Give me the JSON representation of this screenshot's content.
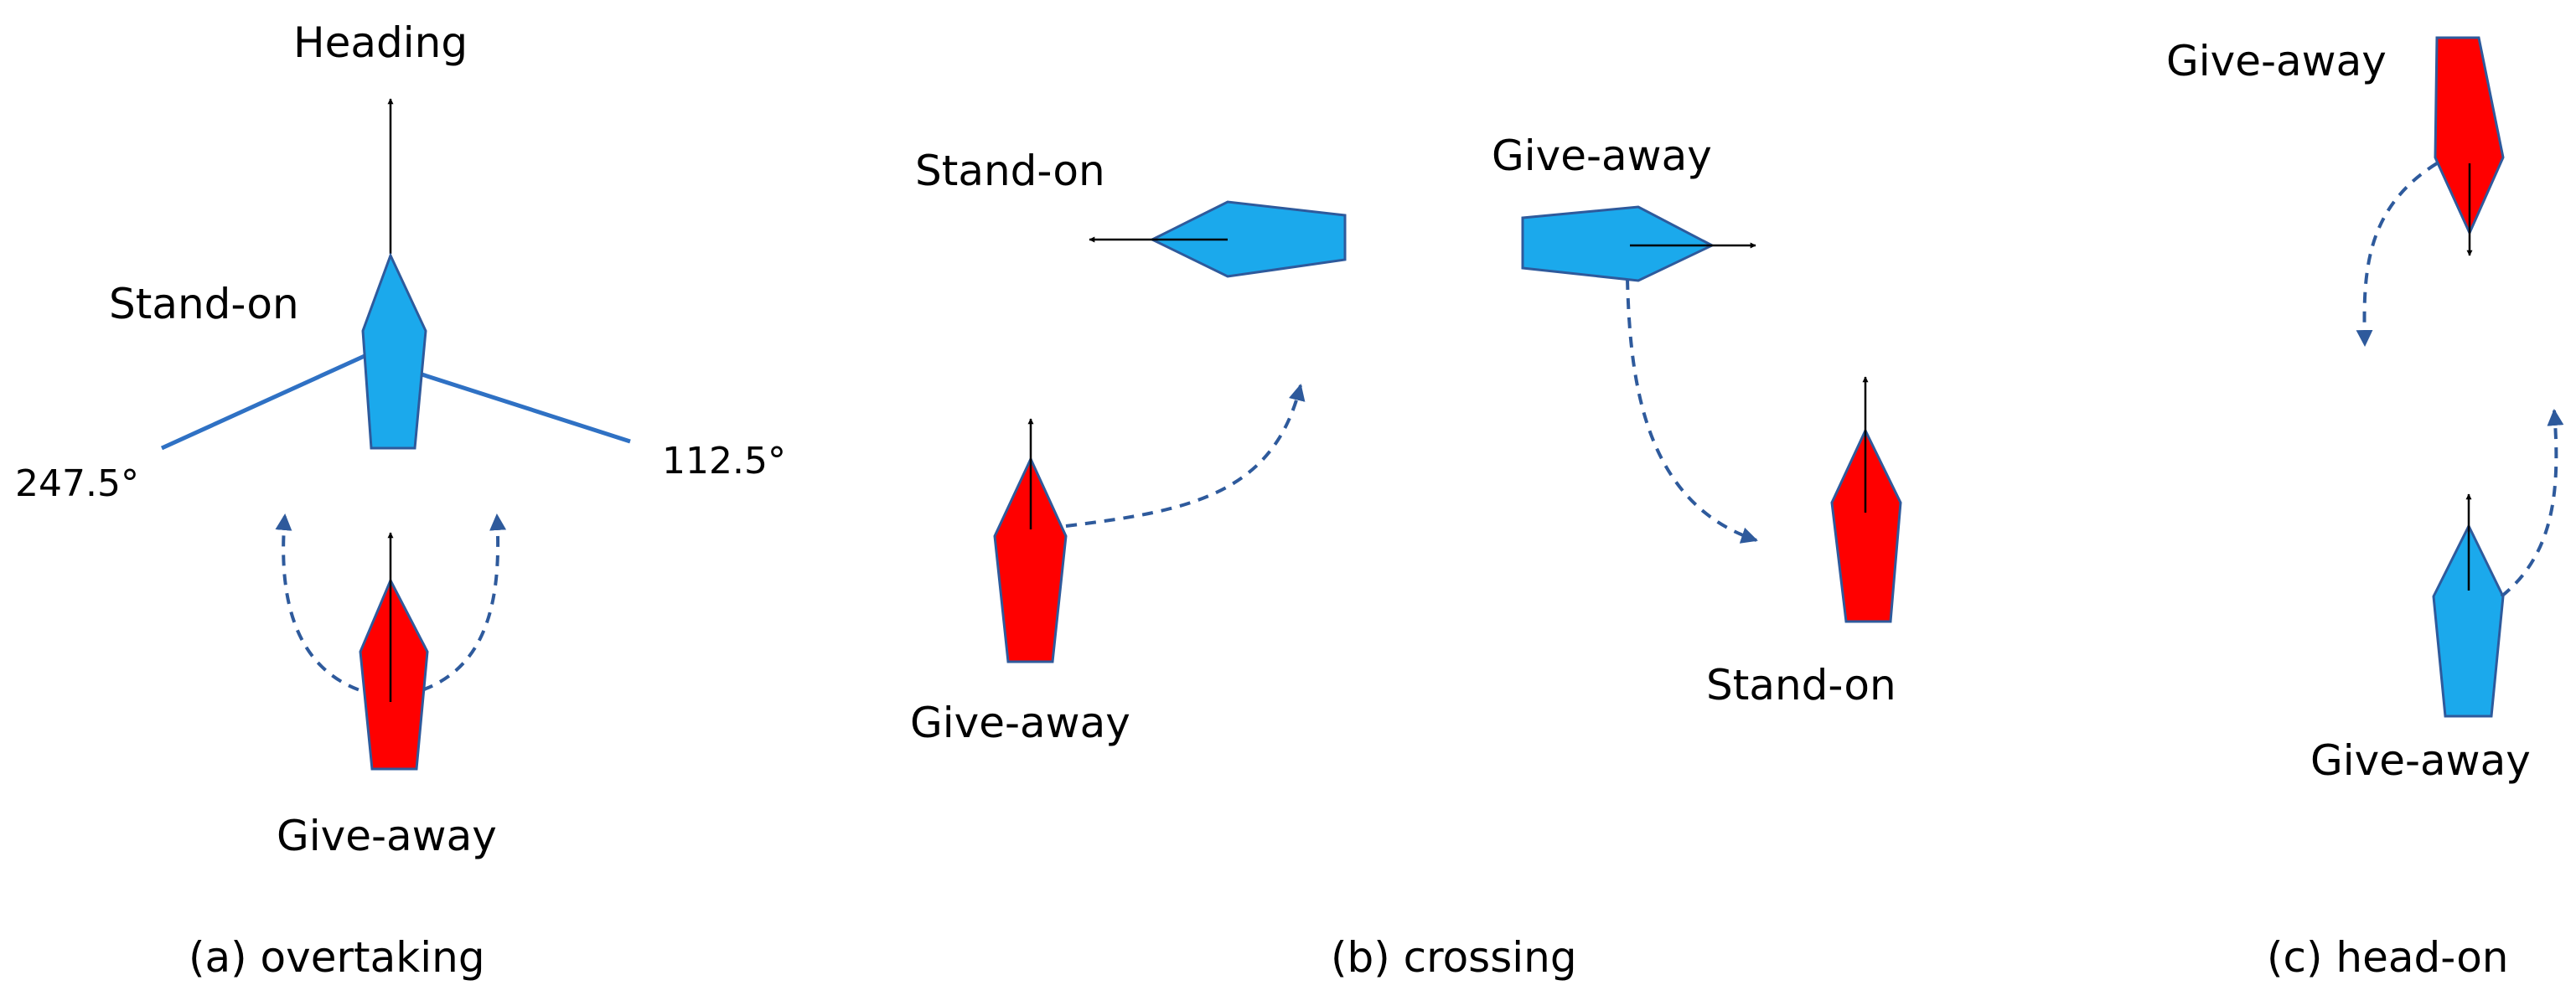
{
  "colors": {
    "stand_on_fill": "#1ba9ec",
    "give_away_fill": "#ff0000",
    "ship_outline": "#2e5a9c",
    "track": "#2e5a9c",
    "sector_line": "#2f71c4"
  },
  "panels": {
    "overtaking": {
      "caption": "(a)  overtaking",
      "heading_label": "Heading",
      "stand_on_label": "Stand-on",
      "give_away_label": "Give-away",
      "angle_left": "247.5°",
      "angle_right": "112.5°"
    },
    "crossing": {
      "caption": "(b)  crossing",
      "stand_on_label_1": "Stand-on",
      "give_away_label_1": "Give-away",
      "give_away_label_2": "Give-away",
      "stand_on_label_2": "Stand-on"
    },
    "head_on": {
      "caption": "(c)  head-on",
      "give_away_label_top": "Give-away",
      "give_away_label_bottom": "Give-away"
    }
  }
}
